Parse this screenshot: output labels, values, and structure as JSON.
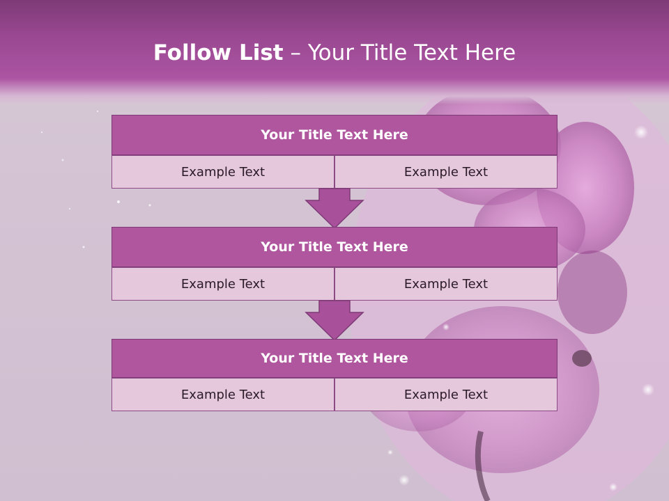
{
  "slide": {
    "title_bold": "Follow List",
    "title_rest": " – Your Title Text Here"
  },
  "steps": [
    {
      "title": "Your Title Text Here",
      "left": "Example Text",
      "right": "Example Text"
    },
    {
      "title": "Your Title Text Here",
      "left": "Example Text",
      "right": "Example Text"
    },
    {
      "title": "Your Title Text Here",
      "left": "Example Text",
      "right": "Example Text"
    }
  ],
  "colors": {
    "header": "#a24d98",
    "card_head": "#b0569e",
    "cell": "#e6c8dd",
    "arrow": "#a8509a"
  }
}
